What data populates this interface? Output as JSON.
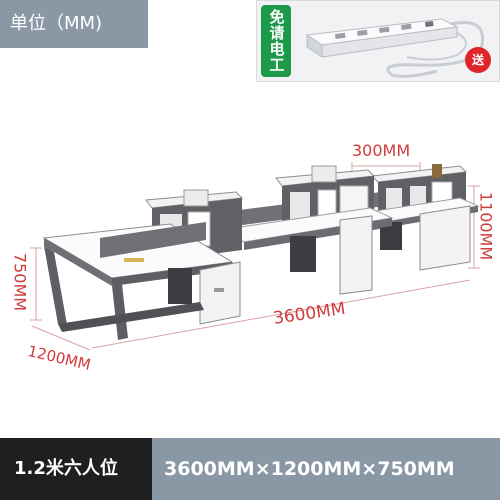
{
  "header": {
    "unit_label": "单位（MM)"
  },
  "promo": {
    "tag": "免请电工",
    "badge": "送"
  },
  "dimensions": {
    "shelf_width": "300MM",
    "height_total": "1100MM",
    "desk_height": "750MM",
    "length": "3600MM",
    "depth": "1200MM"
  },
  "footer": {
    "model": "1.2米六人位",
    "size": "3600MM×1200MM×750MM"
  },
  "colors": {
    "badge_bg": "#8a98a6",
    "footer_dark": "#1f1f1f",
    "dimension_red": "#d23b3b",
    "promo_green": "#1c9a4a",
    "gift_red": "#e0242a"
  }
}
